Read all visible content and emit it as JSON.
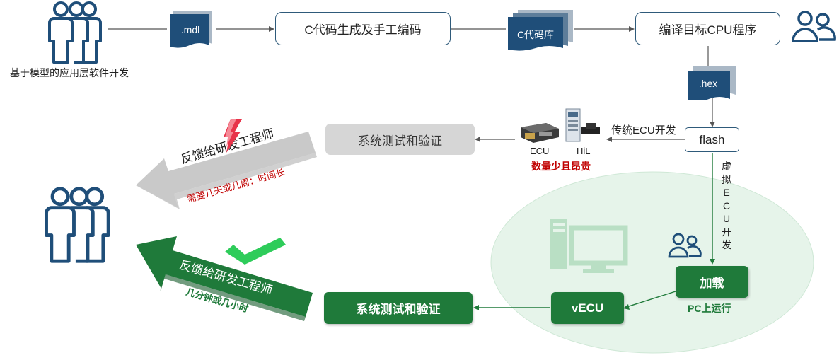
{
  "top_flow": {
    "team_caption": "基于模型的应用层软件开发",
    "mdl_label": ".mdl",
    "codegen_label": "C代码生成及手工编码",
    "clib_label": "C代码库",
    "compile_label": "编译目标CPU程序",
    "hex_label": ".hex",
    "flash_label": "flash"
  },
  "traditional_path": {
    "branch_label": "传统ECU开发",
    "ecu_label": "ECU",
    "hil_label": "HiL",
    "cost_note": "数量少且昂贵",
    "test_label": "系统测试和验证",
    "feedback_label": "反馈给研发工程师",
    "duration_note": "需要几天或几周：时间长"
  },
  "virtual_path": {
    "branch_label": "虚拟ECU开发",
    "load_label": "加载",
    "pc_note": "PC上运行",
    "vecu_label": "vECU",
    "test_label": "系统测试和验证",
    "feedback_label": "反馈给研发工程师",
    "duration_note": "几分钟或几小时"
  },
  "colors": {
    "icon_blue": "#1f4e79",
    "green": "#1f7a3a",
    "light_green_ellipse": "#e6f4ea",
    "warning_red": "#c00000",
    "gray_box": "#d6d6d6"
  }
}
